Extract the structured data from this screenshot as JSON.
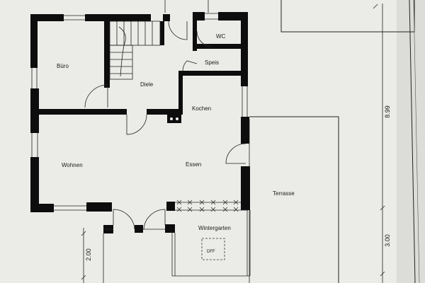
{
  "rooms": {
    "buero": "Büro",
    "diele": "Diele",
    "wc": "WC",
    "speis": "Speis",
    "kochen": "Kochen",
    "wohnen": "Wohnen",
    "essen": "Essen",
    "terrasse": "Terrasse",
    "wintergarten": "Wintergarten",
    "dff": "DFF"
  },
  "dimensions": {
    "right_upper": "8.99",
    "right_lower": "3.00",
    "left_lower": "2.00"
  }
}
